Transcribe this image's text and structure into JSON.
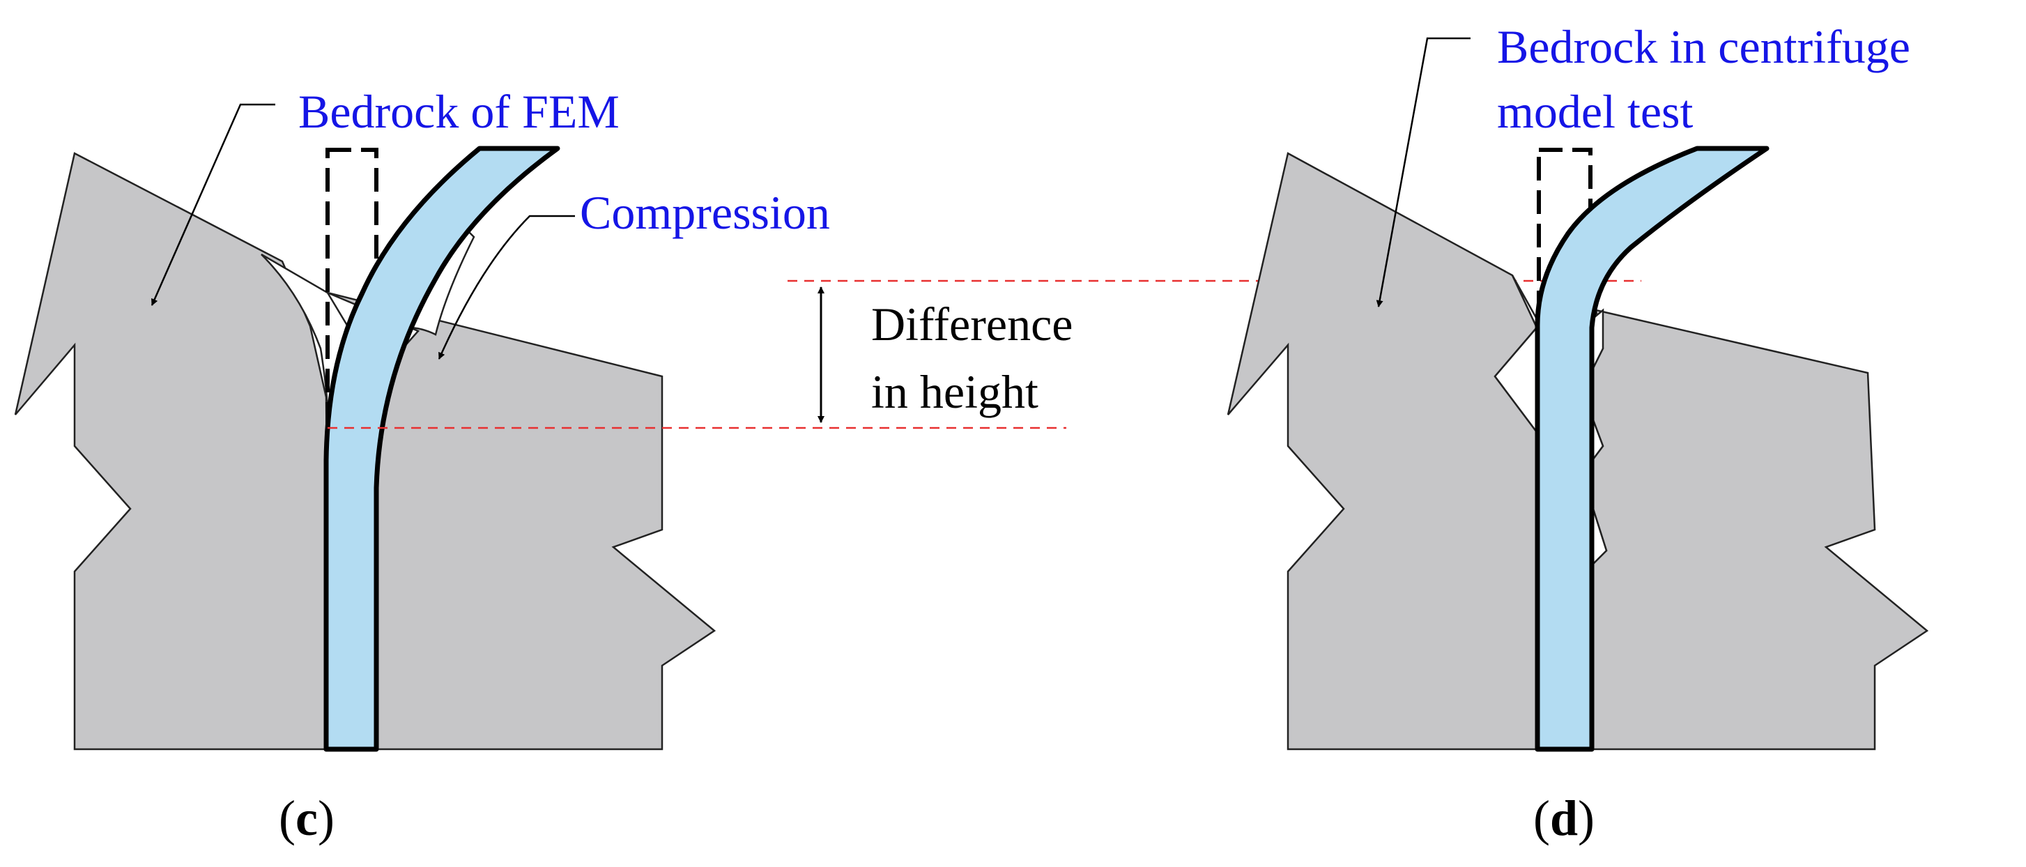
{
  "labels": {
    "bedrock_fem": "Bedrock of FEM",
    "compression": "Compression",
    "height_diff_line1": "Difference",
    "height_diff_line2": "in height",
    "bedrock_centrifuge_line1": "Bedrock in centrifuge",
    "bedrock_centrifuge_line2": "model test"
  },
  "panels": {
    "c": {
      "open": "(",
      "letter": "c",
      "close": ")"
    },
    "d": {
      "open": "(",
      "letter": "d",
      "close": ")"
    }
  },
  "colors": {
    "bedrock": "#c6c6c8",
    "pile": "#b3dcf2",
    "annotation_text": "#1515e6",
    "reference_line": "#e83030"
  }
}
